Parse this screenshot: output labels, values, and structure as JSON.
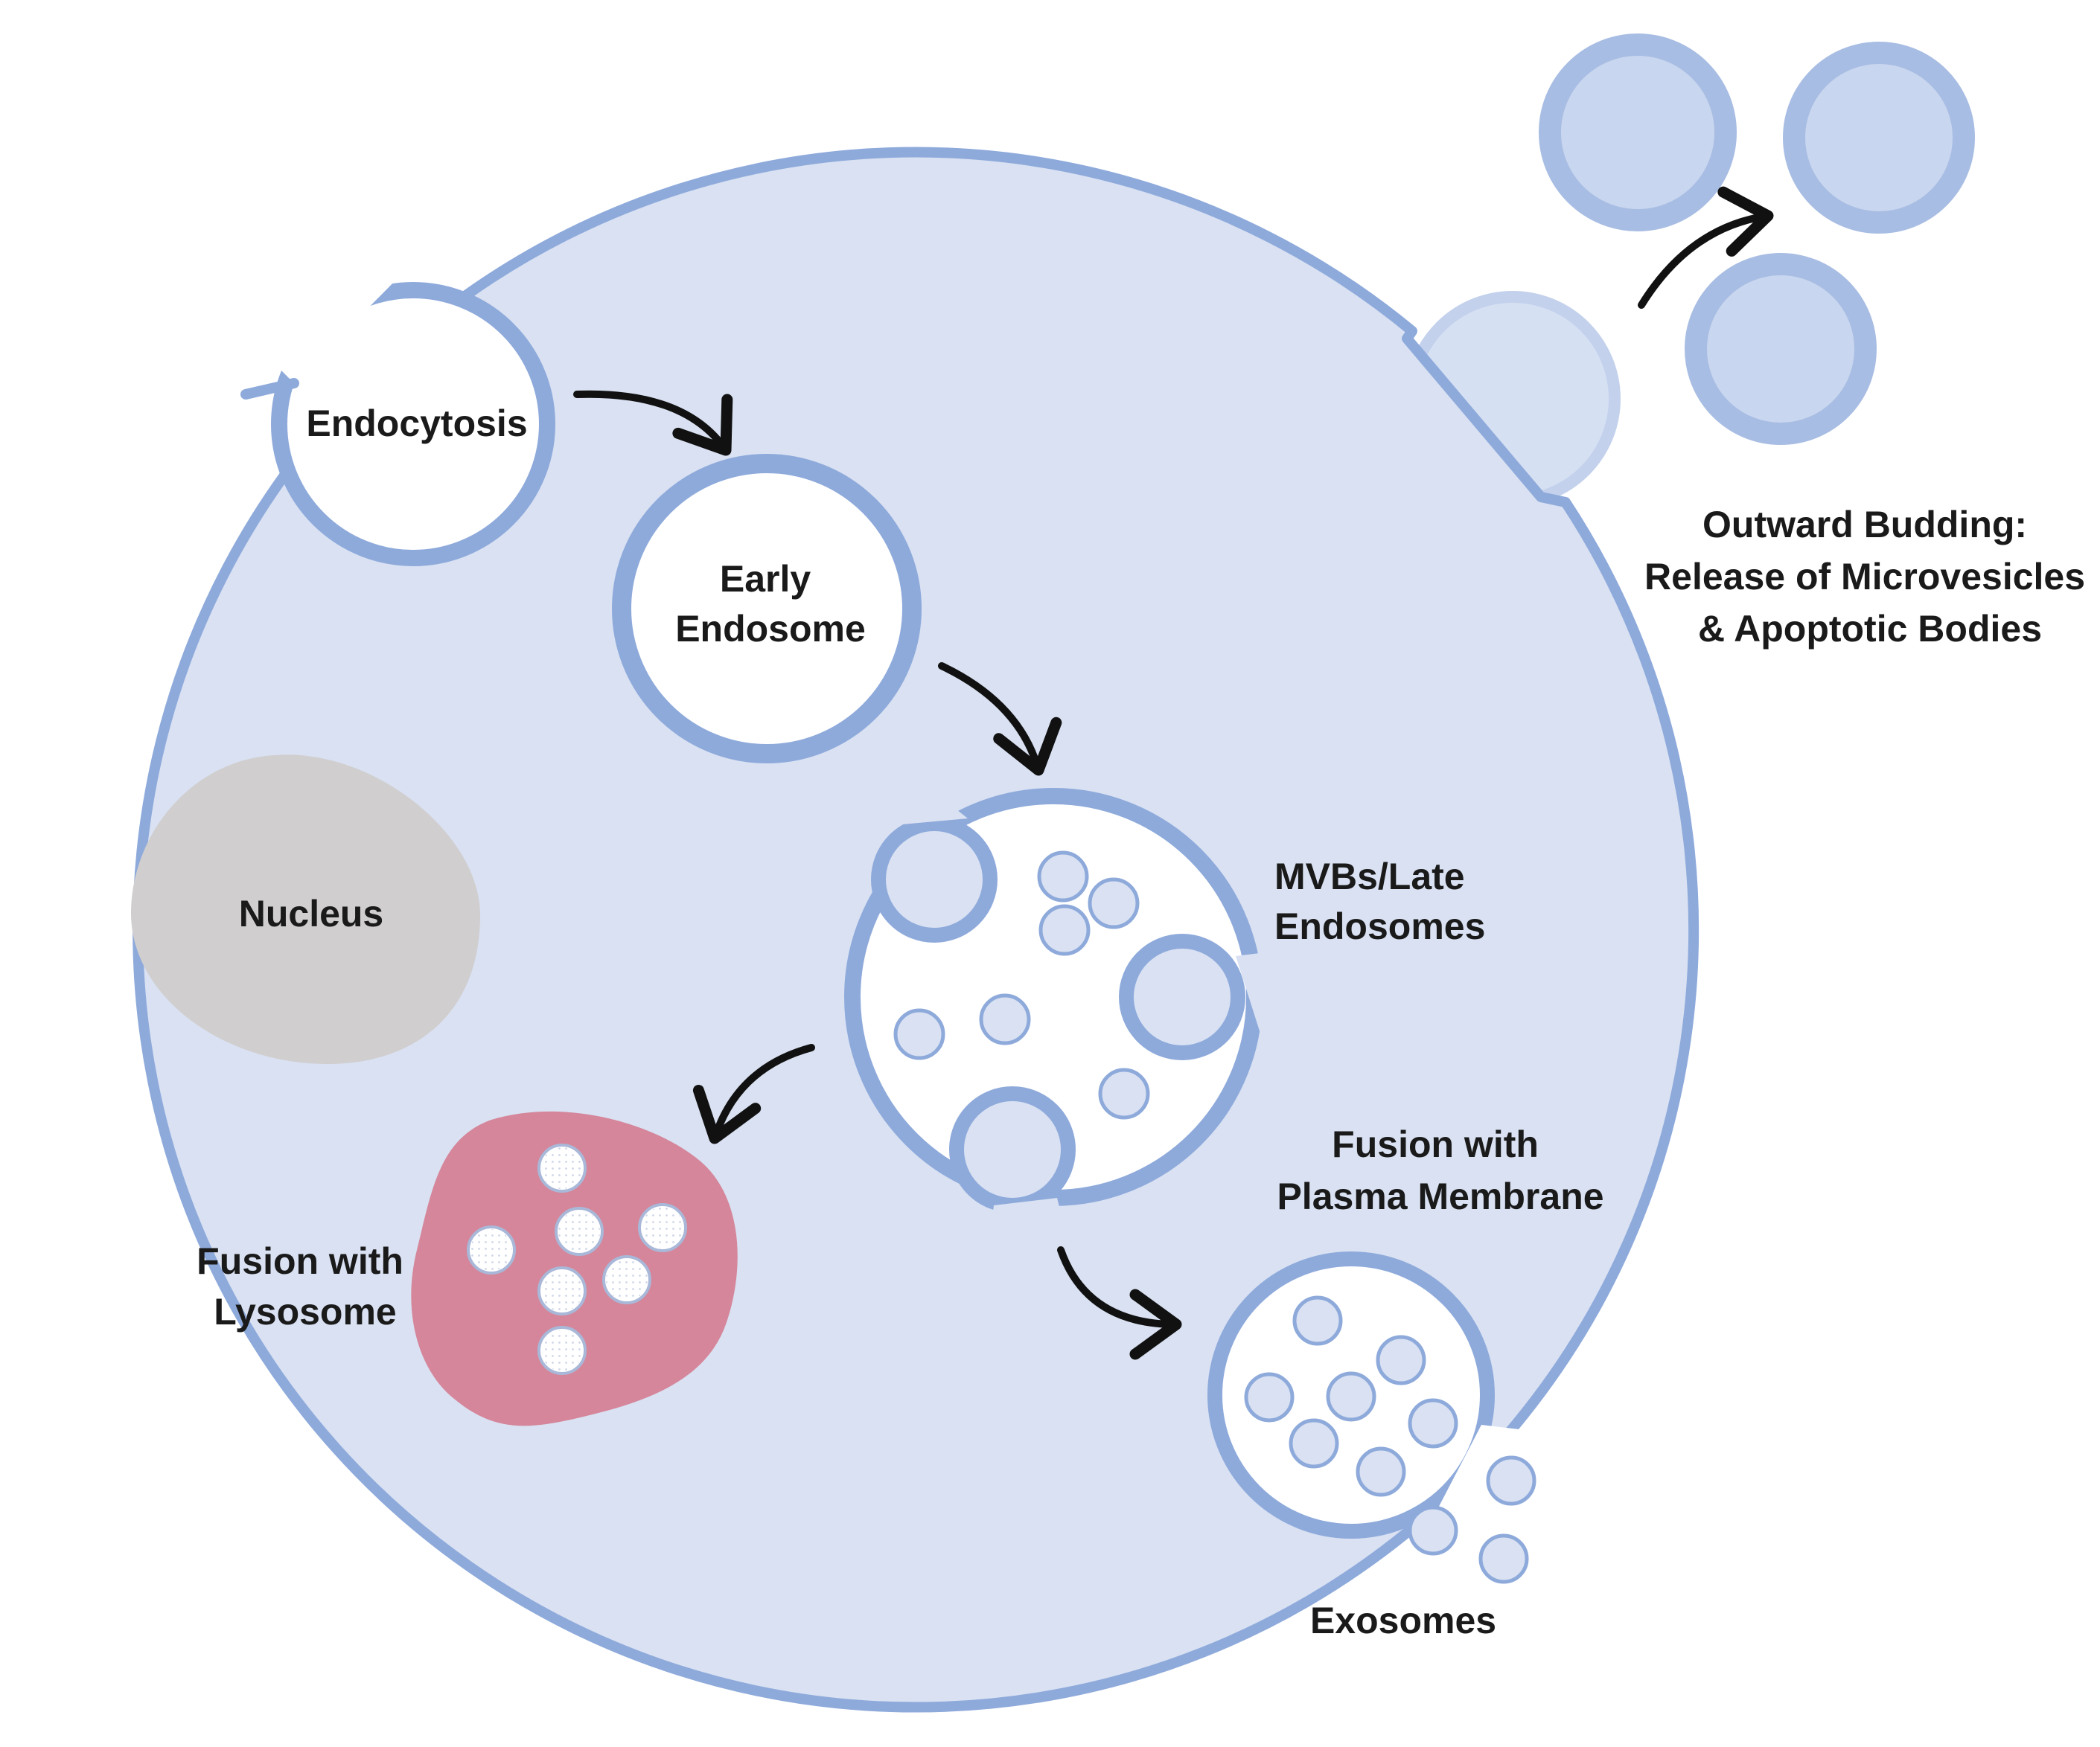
{
  "labels": {
    "endocytosis": "Endocytosis",
    "early_endosome_line1": "Early",
    "early_endosome_line2": "Endosome",
    "nucleus": "Nucleus",
    "mvb_line1": "MVBs/Late",
    "mvb_line2": "Endosomes",
    "lysosome_line1": "Fusion with",
    "lysosome_line2": "Lysosome",
    "plasma_line1": "Fusion with",
    "plasma_line2": "Plasma Membrane",
    "exosomes": "Exosomes",
    "budding_line1": "Outward Budding:",
    "budding_line2": "Release of Microvesicles",
    "budding_line3": "& Apoptotic Bodies"
  },
  "colors": {
    "cell_fill": "#d9e1f2",
    "membrane": "#8eaadb",
    "vesicle_fill": "#ffffff",
    "nucleus_fill": "#d0cece",
    "lysosome_fill": "#d5869a",
    "microvesicle_fill": "#c9d6ef",
    "microvesicle_ring": "#a8bde3",
    "arrow": "#111111"
  }
}
